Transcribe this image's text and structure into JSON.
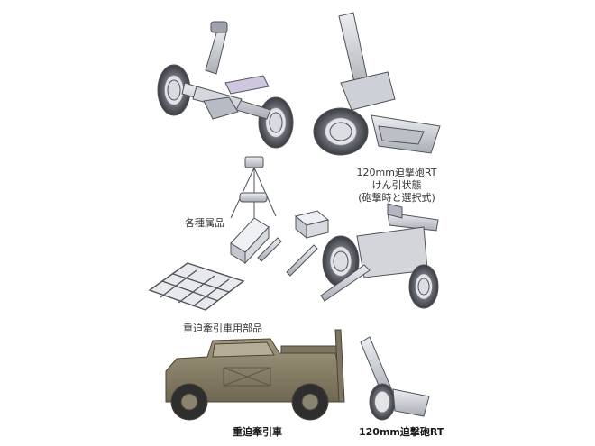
{
  "captions": {
    "mortar_rt_title": "120mm迫撃砲RT",
    "mortar_rt_line2": "けん引状態",
    "mortar_rt_line3": "(砲撃時と選択式)",
    "accessories": "各種属品",
    "towing_parts": "重迫牽引車用部品",
    "tow_vehicle": "重迫牽引車",
    "mortar_rt_bottom": "120mm迫撃砲RT"
  },
  "colors": {
    "background": "#ffffff",
    "parts_gray": "#c9ccd3",
    "parts_light": "#e4e6ea",
    "parts_outline": "#5a5d64",
    "vehicle_olive": "#8c826b",
    "vehicle_dark": "#6e6653",
    "tire": "#2e2e2e"
  }
}
